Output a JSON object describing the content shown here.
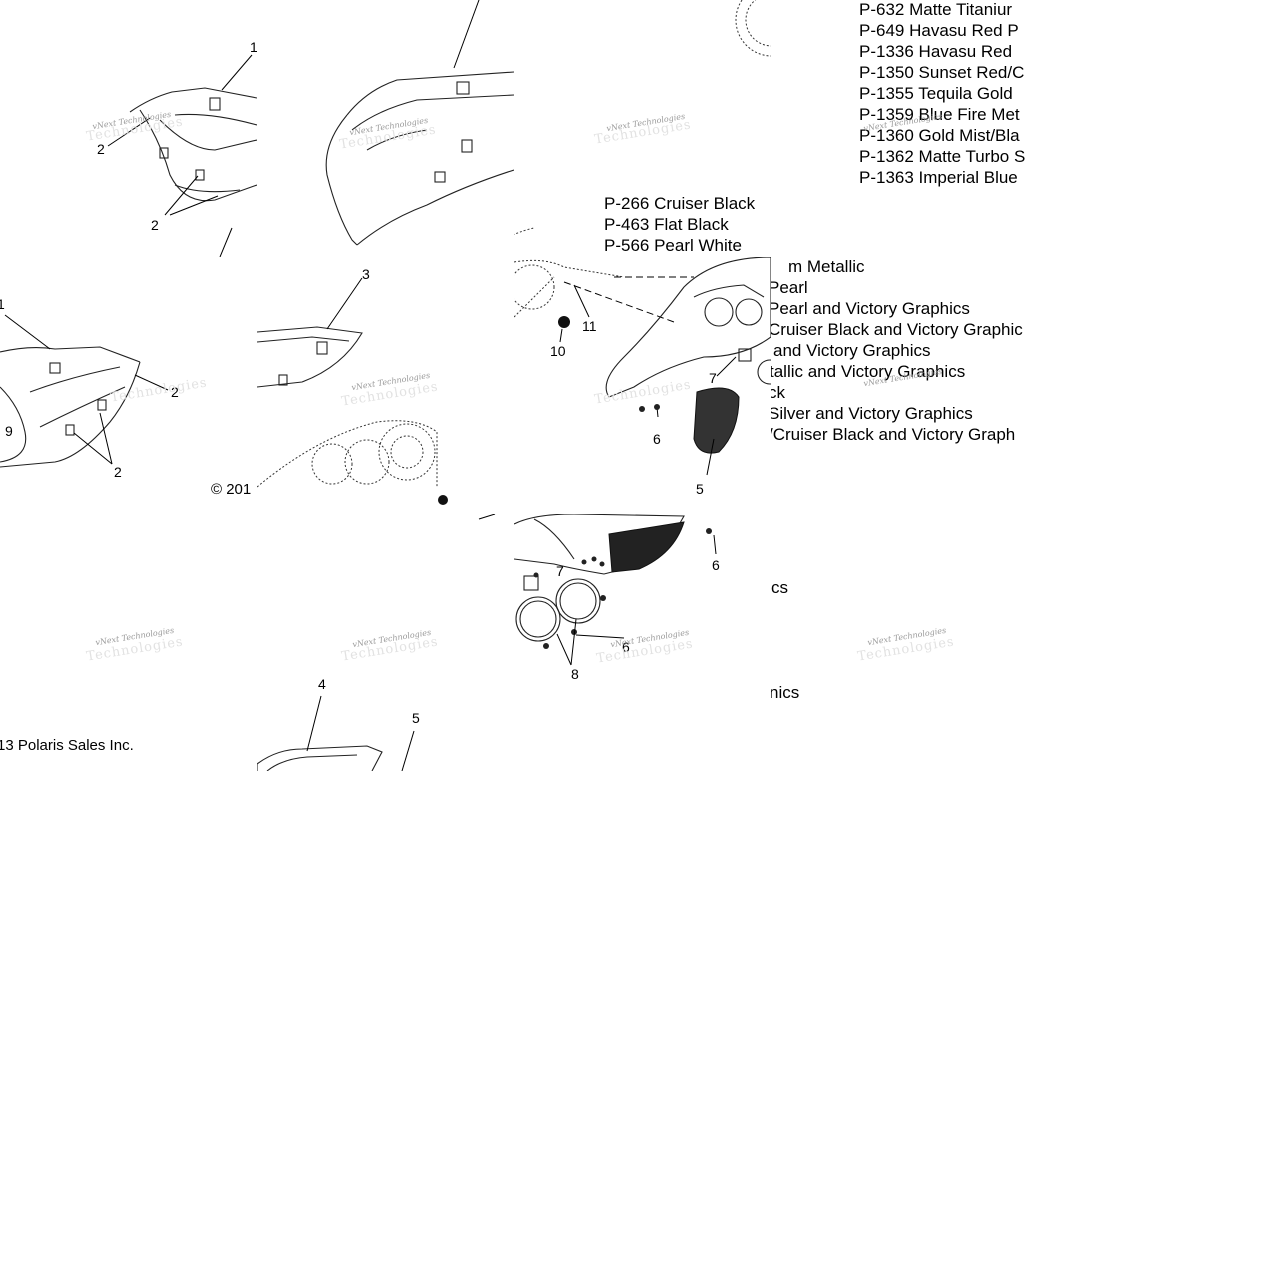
{
  "paint_codes_top": [
    "P-632  Matte Titaniur",
    "P-649  Havasu Red P",
    "P-1336 Havasu Red",
    "P-1350 Sunset Red/C",
    "P-1355 Tequila Gold",
    "P-1359 Blue Fire Met",
    "P-1360 Gold Mist/Bla",
    "P-1362 Matte Turbo S",
    "P-1363 Imperial Blue"
  ],
  "paint_codes_mid": [
    "P-266  Cruiser Black",
    "P-463  Flat Black",
    "P-566  Pearl White"
  ],
  "paint_codes_tail": [
    "m Metallic",
    "Pearl",
    "Pearl and Victory Graphics",
    "Cruiser Black and Victory Graphic",
    "and Victory Graphics",
    "tallic and Victory Graphics",
    "ck",
    "Silver and Victory Graphics",
    "/Cruiser Black and Victory Graph"
  ],
  "fragments": {
    "cs": "cs",
    "nics": "nics"
  },
  "copyright_a": "© 201",
  "copyright_b": "13 Polaris Sales Inc.",
  "watermark": "vNext Technologies",
  "watermark_ghost": "Technologies",
  "callouts": {
    "c1a": "1",
    "c2a": "2",
    "c2b": "2",
    "c1b": "1",
    "c2c": "2",
    "c9": "9",
    "c2d": "2",
    "c3": "3",
    "c10": "10",
    "c11": "11",
    "c7a": "7",
    "c6a": "6",
    "c5a": "5",
    "c6b": "6",
    "c7b": "7",
    "c6c": "6",
    "c8": "8",
    "c4": "4",
    "c5b": "5"
  }
}
